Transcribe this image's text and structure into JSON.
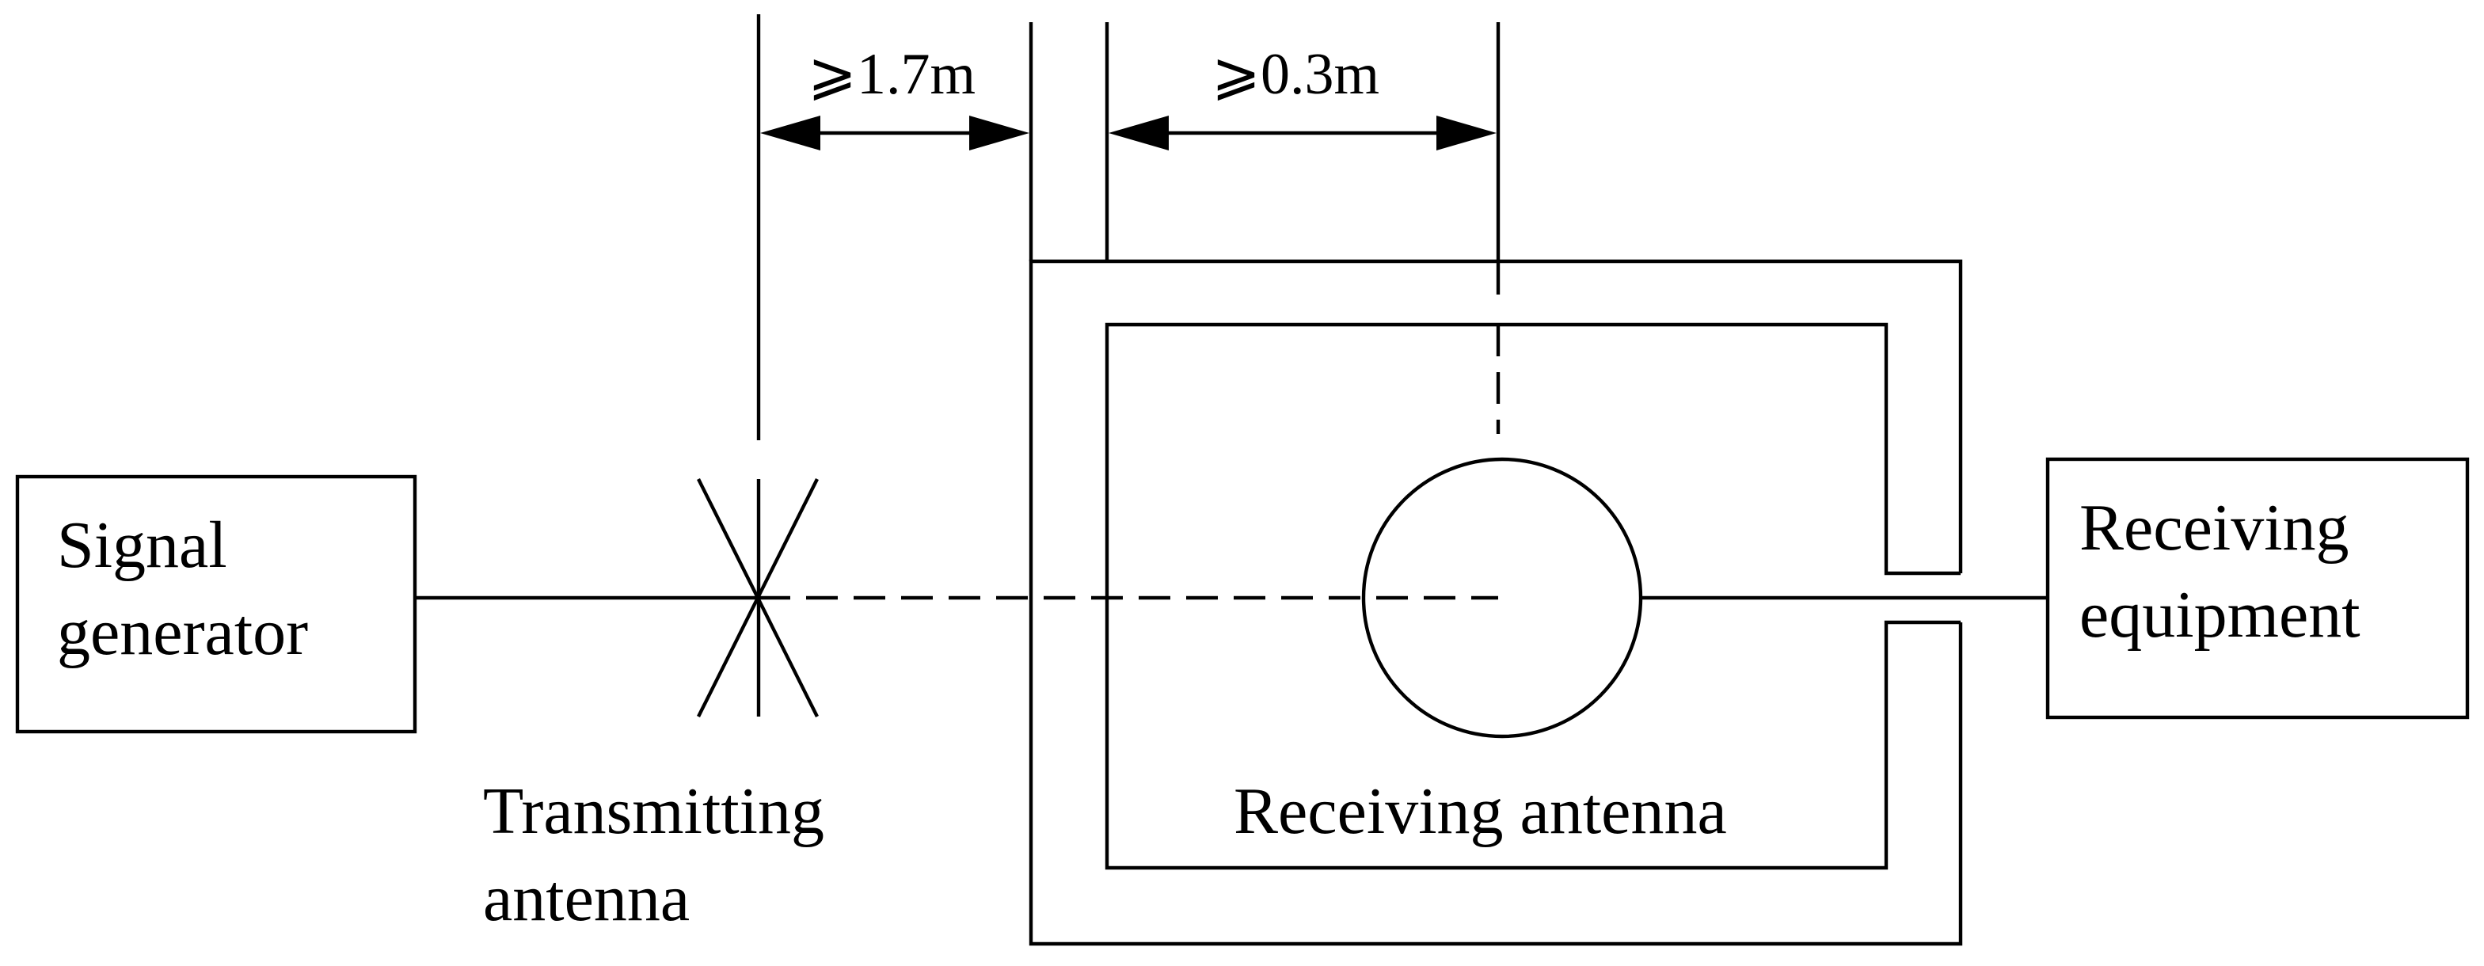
{
  "diagram": {
    "signal_generator": {
      "line1": "Signal",
      "line2": "generator"
    },
    "transmitting_antenna": {
      "line1": "Transmitting",
      "line2": "antenna"
    },
    "receiving_antenna": {
      "label": "Receiving antenna"
    },
    "receiving_equipment": {
      "line1": "Receiving",
      "line2": "equipment"
    },
    "dimensions": {
      "distance_to_enclosure": "⩾1.7m",
      "distance_to_inner_wall": "⩾0.3m"
    },
    "colors": {
      "line": "#000000",
      "background": "#ffffff"
    }
  }
}
